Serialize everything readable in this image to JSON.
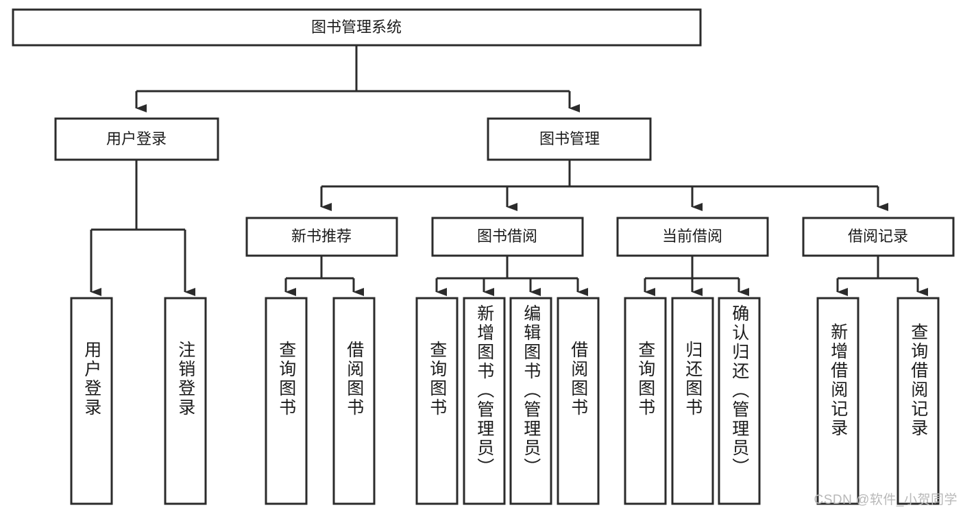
{
  "diagram": {
    "title": "图书管理系统",
    "type": "tree-hierarchy",
    "orientation": "top-down",
    "watermark": "CSDN @软件_小贺同学",
    "colors": {
      "stroke": "#2b2b2b",
      "fill": "#ffffff",
      "text": "#1b1b1b",
      "watermark": "#b8b8b8"
    },
    "levels": [
      {
        "level": 0,
        "nodes": [
          {
            "id": "root",
            "label": "图书管理系统",
            "orientation": "horizontal"
          }
        ]
      },
      {
        "level": 1,
        "nodes": [
          {
            "id": "user-login",
            "label": "用户登录",
            "orientation": "horizontal",
            "parent": "root"
          },
          {
            "id": "book-manage",
            "label": "图书管理",
            "orientation": "horizontal",
            "parent": "root"
          }
        ]
      },
      {
        "level": 2,
        "nodes": [
          {
            "id": "new-book-rec",
            "label": "新书推荐",
            "orientation": "horizontal",
            "parent": "book-manage"
          },
          {
            "id": "book-borrow",
            "label": "图书借阅",
            "orientation": "horizontal",
            "parent": "book-manage"
          },
          {
            "id": "current-borrow",
            "label": "当前借阅",
            "orientation": "horizontal",
            "parent": "book-manage"
          },
          {
            "id": "borrow-record",
            "label": "借阅记录",
            "orientation": "horizontal",
            "parent": "book-manage"
          }
        ]
      },
      {
        "level": 3,
        "nodes": [
          {
            "id": "leaf-user-login",
            "label": "用户登录",
            "orientation": "vertical",
            "parent": "user-login"
          },
          {
            "id": "leaf-user-logout",
            "label": "注销登录",
            "orientation": "vertical",
            "parent": "user-login"
          },
          {
            "id": "leaf-query-book-1",
            "label": "查询图书",
            "orientation": "vertical",
            "parent": "new-book-rec"
          },
          {
            "id": "leaf-borrow-book-1",
            "label": "借阅图书",
            "orientation": "vertical",
            "parent": "new-book-rec"
          },
          {
            "id": "leaf-query-book-2",
            "label": "查询图书",
            "orientation": "vertical",
            "parent": "book-borrow"
          },
          {
            "id": "leaf-add-book",
            "label": "新增图书（管理员）",
            "orientation": "vertical",
            "parent": "book-borrow"
          },
          {
            "id": "leaf-edit-book",
            "label": "编辑图书（管理员）",
            "orientation": "vertical",
            "parent": "book-borrow"
          },
          {
            "id": "leaf-borrow-book-2",
            "label": "借阅图书",
            "orientation": "vertical",
            "parent": "book-borrow"
          },
          {
            "id": "leaf-query-book-3",
            "label": "查询图书",
            "orientation": "vertical",
            "parent": "current-borrow"
          },
          {
            "id": "leaf-return-book",
            "label": "归还图书",
            "orientation": "vertical",
            "parent": "current-borrow"
          },
          {
            "id": "leaf-confirm-return",
            "label": "确认归还（管理员）",
            "orientation": "vertical",
            "parent": "current-borrow"
          },
          {
            "id": "leaf-add-record",
            "label": "新增借阅记录",
            "orientation": "vertical",
            "parent": "borrow-record"
          },
          {
            "id": "leaf-query-record",
            "label": "查询借阅记录",
            "orientation": "vertical",
            "parent": "borrow-record"
          }
        ]
      }
    ]
  }
}
